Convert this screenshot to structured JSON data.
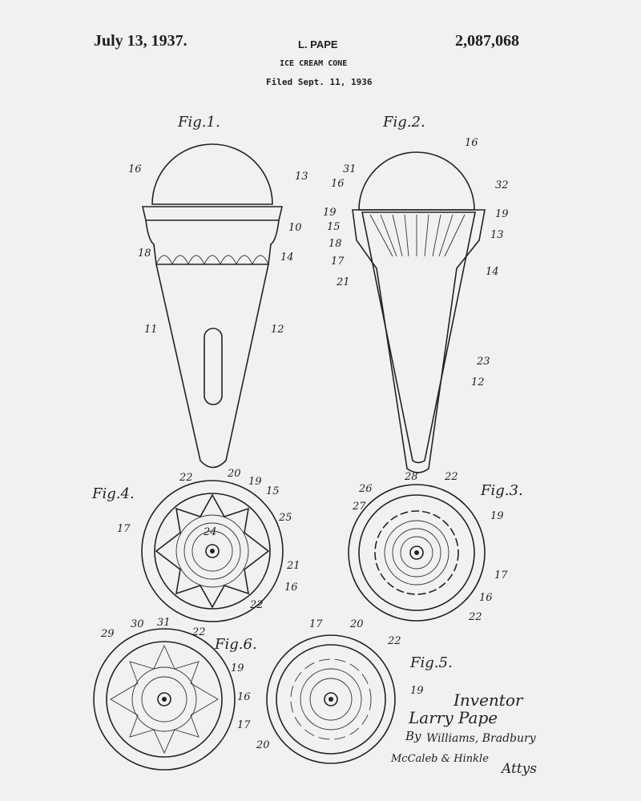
{
  "header": {
    "date": "July 13, 1937.",
    "inventor": "L. PAPE",
    "patent_number": "2,087,068",
    "title": "ICE CREAM CONE",
    "filed": "Filed Sept. 11, 1936"
  },
  "figures": {
    "fig1": {
      "label": "Fig.1.",
      "refs": [
        "16",
        "13",
        "10",
        "18",
        "14",
        "11",
        "12"
      ]
    },
    "fig2": {
      "label": "Fig.2.",
      "refs": [
        "16",
        "31",
        "32",
        "16",
        "19",
        "19",
        "15",
        "13",
        "18",
        "17",
        "14",
        "21",
        "23",
        "12"
      ]
    },
    "fig4": {
      "label": "Fig.4.",
      "refs": [
        "22",
        "20",
        "19",
        "15",
        "25",
        "17",
        "24",
        "21",
        "16",
        "22"
      ]
    },
    "fig3": {
      "label": "Fig.3.",
      "refs": [
        "28",
        "22",
        "26",
        "27",
        "19",
        "17",
        "16",
        "22"
      ]
    },
    "fig6": {
      "label": "Fig.6.",
      "refs": [
        "29",
        "30",
        "31",
        "22",
        "19",
        "16",
        "17"
      ]
    },
    "fig5": {
      "label": "Fig.5.",
      "refs": [
        "17",
        "20",
        "22",
        "19",
        "20"
      ]
    }
  },
  "signature": {
    "inventor_label": "Inventor",
    "inventor_name": "Larry Pape",
    "by": "By",
    "attorneys_line1": "Williams, Bradbury",
    "attorneys_line2": "McCaleb & Hinkle",
    "attys": "Attys"
  }
}
